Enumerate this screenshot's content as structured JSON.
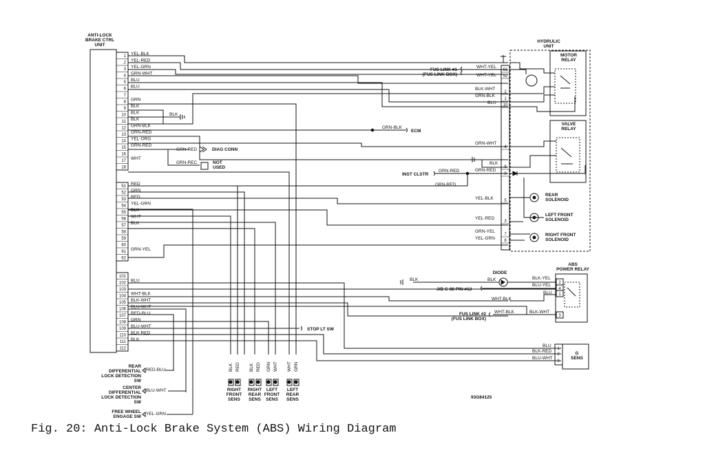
{
  "ecu": {
    "title": "ANTI-LOCK BRAKE CTRL UNIT",
    "title_lines": [
      "ANTI-LOCK",
      "BRAKE CTRL",
      "UNIT"
    ]
  },
  "ecu_pins": [
    {
      "pin": "1",
      "wire": "YEL-BLK"
    },
    {
      "pin": "2",
      "wire": "YEL-RED"
    },
    {
      "pin": "3",
      "wire": "YEL-GRN"
    },
    {
      "pin": "4",
      "wire": "GRN-WHT"
    },
    {
      "pin": "5",
      "wire": "BLU"
    },
    {
      "pin": "6",
      "wire": "BLU"
    },
    {
      "pin": "7",
      "wire": ""
    },
    {
      "pin": "8",
      "wire": "GRN"
    },
    {
      "pin": "9",
      "wire": "BLK"
    },
    {
      "pin": "10",
      "wire": "BLK"
    },
    {
      "pin": "11",
      "wire": "BLK"
    },
    {
      "pin": "12",
      "wire": "GRN-BLK"
    },
    {
      "pin": "13",
      "wire": "GRN-RED"
    },
    {
      "pin": "14",
      "wire": "YEL-ORG"
    },
    {
      "pin": "15",
      "wire": "GRN-RED"
    },
    {
      "pin": "16",
      "wire": ""
    },
    {
      "pin": "17",
      "wire": "WHT"
    },
    {
      "pin": "18",
      "wire": ""
    },
    {
      "pin": "51",
      "wire": "RED"
    },
    {
      "pin": "52",
      "wire": "GRN"
    },
    {
      "pin": "53",
      "wire": "RED"
    },
    {
      "pin": "54",
      "wire": "YEL-GRN"
    },
    {
      "pin": "55",
      "wire": "BLK"
    },
    {
      "pin": "56",
      "wire": "WHT"
    },
    {
      "pin": "57",
      "wire": "BLK"
    },
    {
      "pin": "58",
      "wire": ""
    },
    {
      "pin": "59",
      "wire": ""
    },
    {
      "pin": "60",
      "wire": ""
    },
    {
      "pin": "61",
      "wire": "GRN-YEL"
    },
    {
      "pin": "62",
      "wire": ""
    },
    {
      "pin": "101",
      "wire": ""
    },
    {
      "pin": "102",
      "wire": "BLU"
    },
    {
      "pin": "103",
      "wire": ""
    },
    {
      "pin": "104",
      "wire": "WHT-BLK"
    },
    {
      "pin": "105",
      "wire": "BLK-WHT"
    },
    {
      "pin": "106",
      "wire": "BLU-WHT"
    },
    {
      "pin": "107",
      "wire": "RED-BLU"
    },
    {
      "pin": "108",
      "wire": "GRN"
    },
    {
      "pin": "109",
      "wire": "BLU-WHT"
    },
    {
      "pin": "110",
      "wire": "BLK-RED"
    },
    {
      "pin": "111",
      "wire": "BLK"
    },
    {
      "pin": "112",
      "wire": ""
    }
  ],
  "labels": {
    "hydraulic_unit": [
      "HYDRULIC",
      "UNIT"
    ],
    "motor_relay": [
      "MOTOR",
      "RELAY"
    ],
    "valve_relay": [
      "VALVE",
      "RELAY"
    ],
    "fus_link_1": [
      "FUS LINK #1",
      "(FUS LINK BOX)"
    ],
    "fus_link_2": [
      "FUS LINK #2",
      "(FUS LINK BOX)"
    ],
    "ecm": "ECM",
    "diag_conn": "DIAG CONN",
    "not_used": [
      "NOT",
      "USED"
    ],
    "inst_clstr": "INST CLSTR",
    "rear_solenoid": [
      "REAR",
      "SOLENOID"
    ],
    "left_front_solenoid": [
      "LEFT FRONT",
      "SOLENOID"
    ],
    "right_front_solenoid": [
      "RIGHT FRONT",
      "SOLENOID"
    ],
    "diode": "DIODE",
    "abs_power_relay": [
      "ABS",
      "POWER RELAY"
    ],
    "jb": "J/B C-88 PIN #13",
    "stop_lt_sw": "STOP LT SW",
    "g_sens": [
      "G",
      "SENS"
    ],
    "rear_diff": [
      "REAR",
      "DIFFERENTIAL",
      "LOCK DETECTION",
      "SW"
    ],
    "center_diff": [
      "CENTER",
      "DIFFERENTIAL",
      "LOCK DETECTION",
      "SW"
    ],
    "free_wheel": [
      "FREE WHEEL",
      "ENGAGE SW"
    ],
    "right_front_sens": [
      "RIGHT",
      "FRONT",
      "SENS"
    ],
    "right_rear_sens": [
      "RIGHT",
      "REAR",
      "SENS"
    ],
    "left_front_sens": [
      "LEFT",
      "FRONT",
      "SENS"
    ],
    "left_rear_sens": [
      "LEFT",
      "REAR",
      "SENS"
    ],
    "code": "93G84125",
    "caption": "Fig. 20:  Anti-Lock Brake System (ABS) Wiring Diagram"
  },
  "wires": {
    "blk": "BLK",
    "grn_blk": "GRN-BLK",
    "grn_red": "GRN-RED",
    "grn_rec": "GRN-REC",
    "wht_yel": "WHT-YEL",
    "blk_wht": "BLK-WHT",
    "grn_blk2": "GRN-BLK",
    "blu": "BLU",
    "grn_wht": "GRN-WHT",
    "yel_blk": "YEL-BLK",
    "yel_red": "YEL-RED",
    "grn_yel": "GRN-YEL",
    "yel_grn": "YEL-GRN",
    "blk_yel": "BLK-YEL",
    "blu_yel": "BLU-YEL",
    "wht_blk": "WHT-BLK",
    "blk_red": "BLK-RED",
    "blu_wht": "BLU-WHT",
    "red_blu": "RED-BLU",
    "grn_red2": "GRN-RED"
  },
  "hyd_pins": [
    "51",
    "52",
    "2",
    "1",
    "10",
    "4",
    "9",
    "8",
    "5",
    "3",
    "7",
    "6"
  ],
  "relay_pins": [
    "2",
    "4",
    "1",
    "3"
  ],
  "gsens_pins": [
    "1",
    "2",
    "3"
  ],
  "sensor_wires": [
    [
      "BLK",
      "RED"
    ],
    [
      "BLK",
      "RED"
    ],
    [
      "GRN",
      "WHT"
    ],
    [
      "WHT",
      "GRN"
    ]
  ]
}
